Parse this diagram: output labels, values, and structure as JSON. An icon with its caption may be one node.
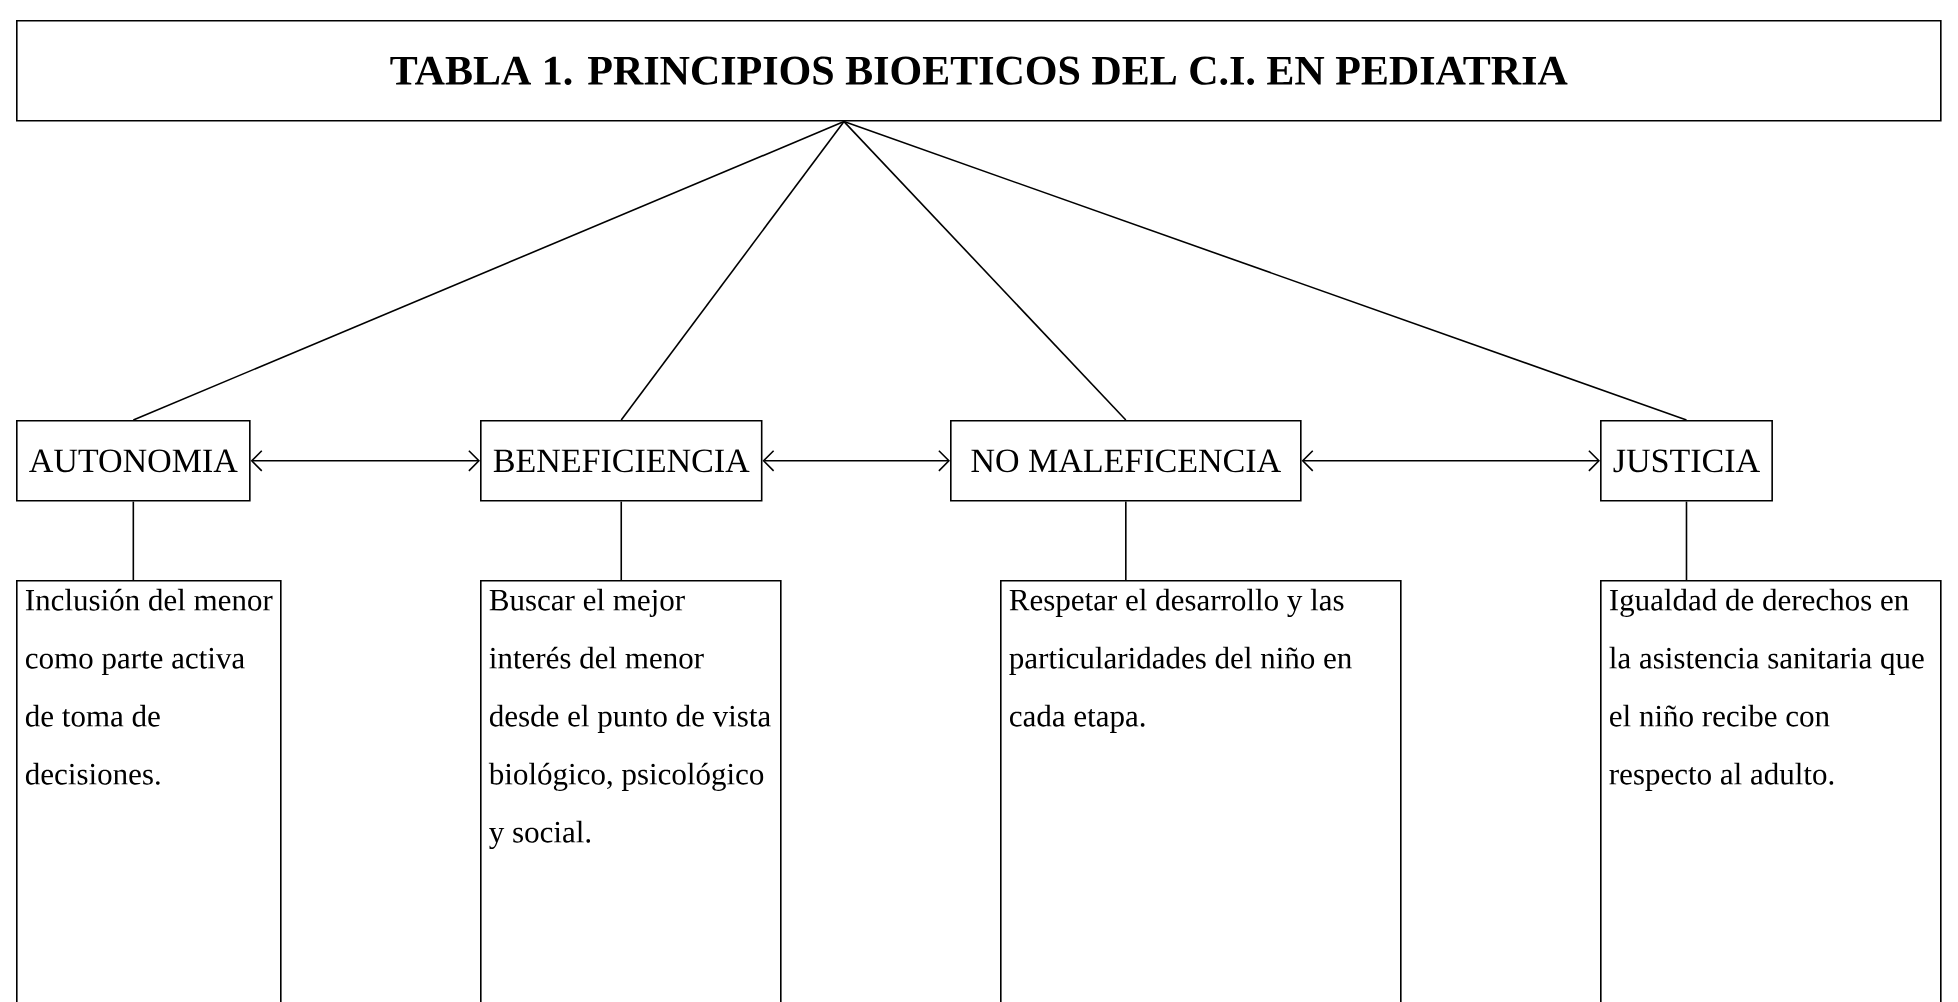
{
  "diagram": {
    "nodes": [
      {
        "text": [
          "TABLA 1. PRINCIPIOS BIOETICOS DEL C.I. EN PEDIATRIA"
        ]
      },
      {
        "text": [
          "AUTONOMIA"
        ]
      },
      {
        "text": [
          "BENEFICIENCIA"
        ]
      },
      {
        "text": [
          "NO MALEFICENCIA"
        ]
      },
      {
        "text": [
          "JUSTICIA"
        ]
      },
      {
        "text": [
          "Inclusión del menor como parte activa de toma de decisiones."
        ]
      },
      {
        "text": [
          "Buscar el mejor interés del menor desde el punto de vista biológico, psicológico y social."
        ]
      },
      {
        "text": [
          "Respetar el desarrollo y las particularidades del niño en cada etapa."
        ]
      },
      {
        "text": [
          "Igualdad de derechos en la asistencia sanitaria que el niño recibe con respecto al adulto."
        ]
      }
    ],
    "edges": [
      {
        "from": 0,
        "to": 1,
        "arrow": "none"
      },
      {
        "from": 0,
        "to": 2,
        "arrow": "none"
      },
      {
        "from": 0,
        "to": 3,
        "arrow": "none"
      },
      {
        "from": 0,
        "to": 4,
        "arrow": "none"
      },
      {
        "from": 1,
        "to": 2,
        "arrow": "both"
      },
      {
        "from": 2,
        "to": 3,
        "arrow": "both"
      },
      {
        "from": 3,
        "to": 4,
        "arrow": "both"
      },
      {
        "from": 1,
        "to": 5,
        "arrow": "none"
      },
      {
        "from": 2,
        "to": 6,
        "arrow": "none"
      },
      {
        "from": 3,
        "to": 7,
        "arrow": "none"
      },
      {
        "from": 4,
        "to": 8,
        "arrow": "none"
      }
    ]
  }
}
